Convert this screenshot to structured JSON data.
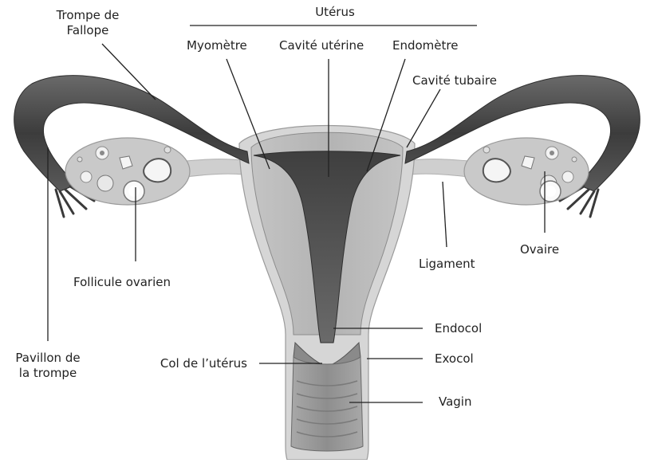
{
  "labels": {
    "uterus": "Utérus",
    "fallopian_tube_line1": "Trompe de",
    "fallopian_tube_line2": "Fallope",
    "myometrium": "Myomètre",
    "uterine_cavity": "Cavité utérine",
    "endometrium": "Endomètre",
    "tubal_cavity": "Cavité tubaire",
    "ovarian_follicle": "Follicule ovarien",
    "ligament": "Ligament",
    "ovary": "Ovaire",
    "fimbriae_line1": "Pavillon de",
    "fimbriae_line2": "la trompe",
    "endocervix": "Endocol",
    "cervix": "Col de l’utérus",
    "ectocervix": "Exocol",
    "vagina": "Vagin"
  },
  "colors": {
    "line": "#222222",
    "tube": "#4a4a4a",
    "tube_dark": "#2e2e2e",
    "uterus_body": "#b9b9b9",
    "uterus_outer": "#d6d6d6",
    "cavity": "#4d4d4d",
    "ovary": "#c9c9c9",
    "ligament": "#cfcfcf",
    "vagina": "#9a9a9a"
  }
}
